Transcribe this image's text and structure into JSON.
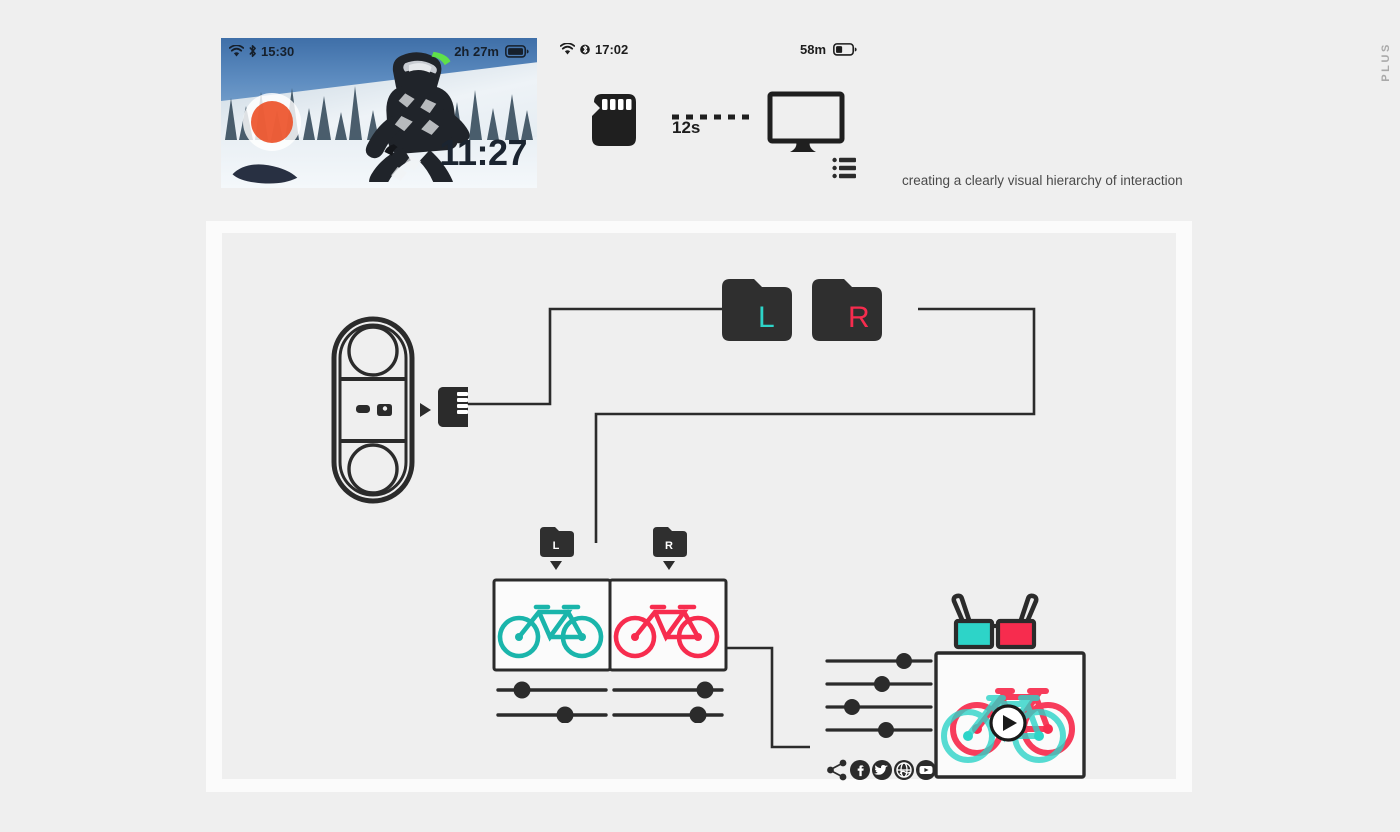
{
  "page": {
    "side_label": "PLUS",
    "background": "#efefef",
    "accent_left": "#2dd4c8",
    "accent_right": "#f72c4e",
    "ink": "#2b2b2b"
  },
  "preview": {
    "status_time": "15:30",
    "record_time_remaining": "2h 27m",
    "shot_clock": "11:27",
    "icons": [
      "wifi-icon",
      "bluetooth-icon",
      "battery-icon"
    ],
    "record_button": "record-button"
  },
  "transfer": {
    "status_time": "17:02",
    "battery_remaining": "58m",
    "duration": "12s",
    "source": "sd-card",
    "target": "desktop-monitor",
    "icons": [
      "wifi-icon",
      "bluetooth-icon",
      "battery-icon"
    ]
  },
  "caption": {
    "icon": "list-icon",
    "text": "creating a clearly visual hierarchy of interaction"
  },
  "diagram": {
    "camera": {
      "name": "dual-lens-360-camera",
      "eject": "sd-card"
    },
    "folders": [
      {
        "label": "L",
        "color": "#2dd4c8",
        "name": "folder-left"
      },
      {
        "label": "R",
        "color": "#f72c4e",
        "name": "folder-right"
      }
    ],
    "clips": [
      {
        "badge": "L",
        "color": "#1ab5ab",
        "name": "clip-left",
        "sliders": [
          0.22,
          0.62
        ]
      },
      {
        "badge": "R",
        "color": "#f72c4e",
        "name": "clip-right",
        "sliders": [
          0.85,
          0.78
        ]
      }
    ],
    "output": {
      "glasses": "anaglyph-3d-glasses",
      "player": "stereoscopic-preview",
      "play_button": "play-button",
      "sliders": [
        0.74,
        0.52,
        0.24,
        0.56
      ],
      "share": {
        "icon": "share-icon",
        "networks": [
          "facebook-icon",
          "twitter-icon",
          "globe-icon",
          "youtube-icon"
        ]
      }
    }
  }
}
